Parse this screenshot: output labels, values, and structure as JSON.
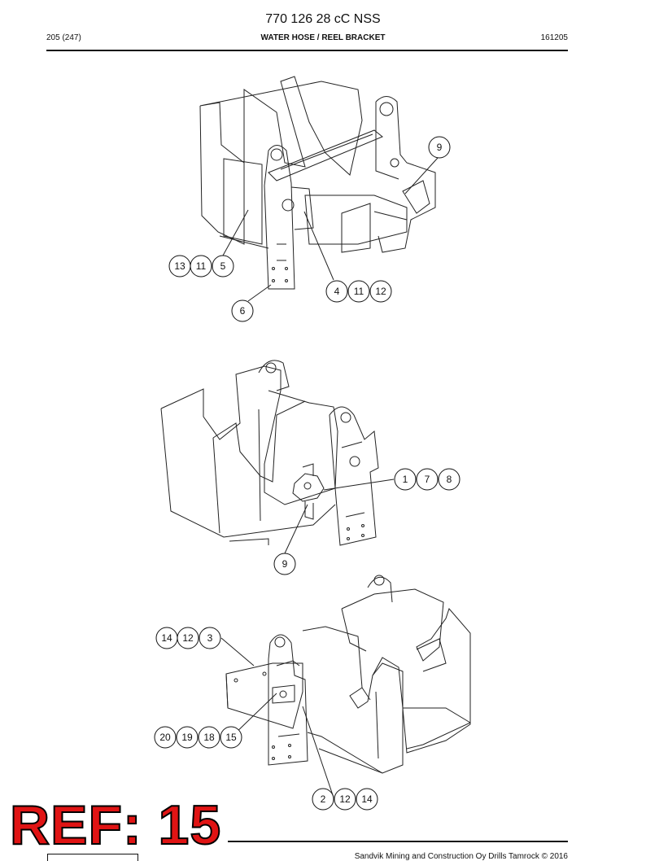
{
  "header": {
    "doc_id": "770 126 28 cC NSS",
    "page": "205 (247)",
    "title": "WATER HOSE / REEL BRACKET",
    "code": "161205"
  },
  "views": [
    {
      "callouts": [
        "13",
        "11",
        "5",
        "4",
        "11",
        "12",
        "6",
        "9"
      ]
    },
    {
      "callouts": [
        "1",
        "7",
        "8",
        "9"
      ]
    },
    {
      "callouts": [
        "14",
        "12",
        "3",
        "20",
        "19",
        "18",
        "15",
        "2",
        "12",
        "14"
      ]
    }
  ],
  "stamp": {
    "text": "REF: 15"
  },
  "footer": {
    "copyright": "Sandvik Mining and Construction Oy Drills Tamrock © 2016"
  }
}
